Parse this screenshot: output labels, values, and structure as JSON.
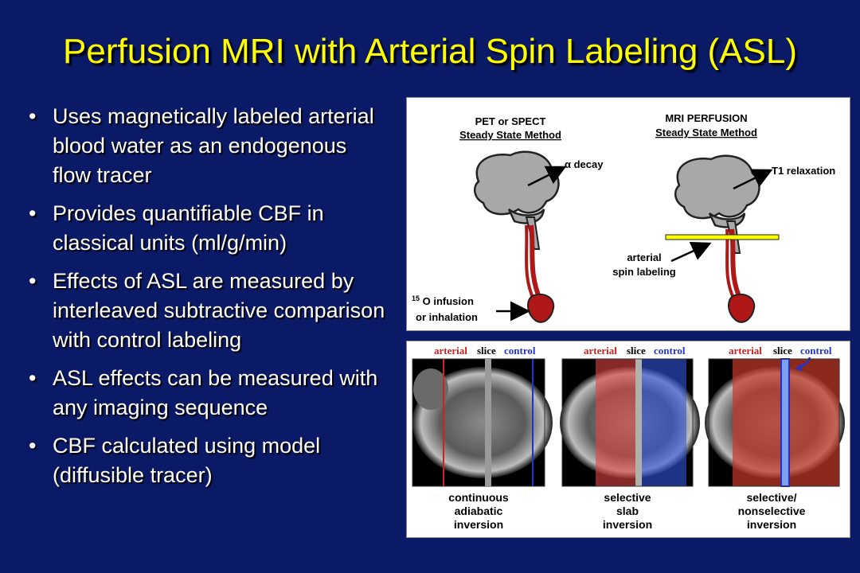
{
  "title": "Perfusion MRI with Arterial Spin Labeling (ASL)",
  "bullets": [
    "Uses magnetically labeled arterial blood water as an endogenous flow tracer",
    "Provides quantifiable CBF in classical units (ml/g/min)",
    "Effects of ASL are measured by interleaved subtractive comparison with control labeling",
    "ASL effects can be measured with any imaging sequence",
    "CBF calculated using model (diffusible tracer)"
  ],
  "diagram": {
    "left_heading_1": "PET or SPECT",
    "left_heading_2": "Steady State Method",
    "right_heading_1": "MRI PERFUSION",
    "right_heading_2": "Steady State Method",
    "decay_label": "α decay",
    "t1_label": "T1 relaxation",
    "spin_label_1": "arterial",
    "spin_label_2": "spin labeling",
    "infusion_sup": "15",
    "infusion_1": " O infusion",
    "infusion_2": "or inhalation"
  },
  "mri_panel": {
    "header_arterial": "arterial",
    "header_slice": "slice",
    "header_control": "control",
    "captions": [
      [
        "continuous",
        "adiabatic",
        "inversion"
      ],
      [
        "selective",
        "slab",
        "inversion"
      ],
      [
        "selective/",
        "nonselective",
        "inversion"
      ]
    ]
  },
  "colors": {
    "background": "#0a1a66",
    "title": "#ffff00",
    "arterial": "#cc2222",
    "control": "#2233cc",
    "blood": "#b01818"
  }
}
